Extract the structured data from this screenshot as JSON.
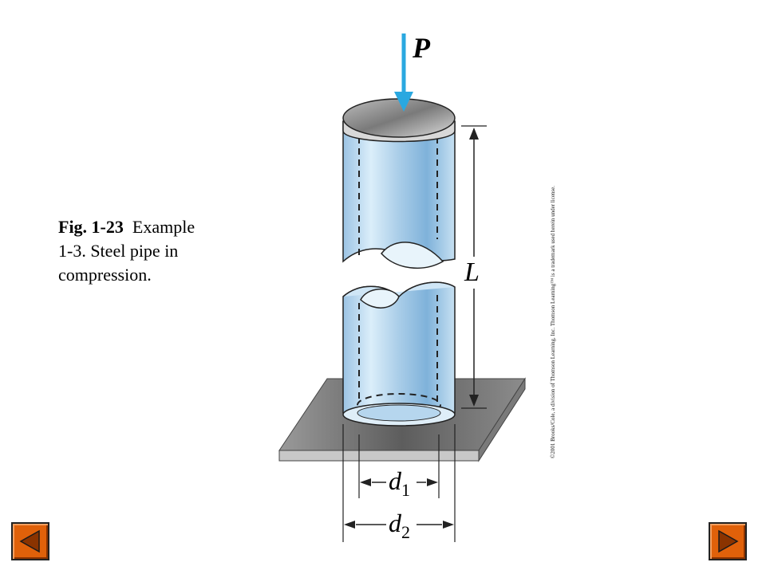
{
  "caption": {
    "fig_number": "Fig. 1-23",
    "line1_rest": "Example",
    "line2": "1-3. Steel pipe in",
    "line3": "compression."
  },
  "figure": {
    "load_label": "P",
    "length_label": "L",
    "inner_diameter_label": "d",
    "inner_diameter_sub": "1",
    "outer_diameter_label": "d",
    "outer_diameter_sub": "2"
  },
  "copyright": "©2001 Brooks/Cole, a division of Thomson Learning, Inc.   Thomson Learning™ is a trademark used herein under license.",
  "nav": {
    "prev_icon": "triangle-left-icon",
    "next_icon": "triangle-right-icon",
    "button_color": "#e0610a"
  }
}
